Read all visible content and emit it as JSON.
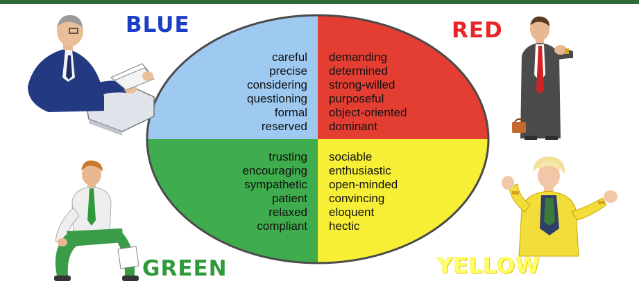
{
  "colors": {
    "top_bar": "#2e6a35",
    "blue": "#9ec9f1",
    "red": "#e43e33",
    "green": "#3fac4d",
    "yellow": "#f6ef35",
    "outline": "#4a4a4a",
    "blue_title": "#1a3fc4",
    "red_title": "#e8262a",
    "green_title": "#2e9a3a",
    "yellow_title": "#ffff66"
  },
  "quadrants": {
    "blue": {
      "title": "BLUE",
      "traits": [
        "careful",
        "precise",
        "considering",
        "questioning",
        "formal",
        "reserved"
      ]
    },
    "red": {
      "title": "RED",
      "traits": [
        "demanding",
        "determined",
        "strong-willed",
        "purposeful",
        "object-oriented",
        "dominant"
      ]
    },
    "green": {
      "title": "GREEN",
      "traits": [
        "trusting",
        "encouraging",
        "sympathetic",
        "patient",
        "relaxed",
        "compliant"
      ]
    },
    "yellow": {
      "title": "YELLOW",
      "traits": [
        "sociable",
        "enthusiastic",
        "open-minded",
        "convincing",
        "eloquent",
        "hectic"
      ]
    }
  },
  "figures": {
    "blue": "businessman-reading-icon",
    "red": "man-checking-watch-icon",
    "green": "man-sitting-icon",
    "yellow": "woman-gesturing-icon"
  }
}
